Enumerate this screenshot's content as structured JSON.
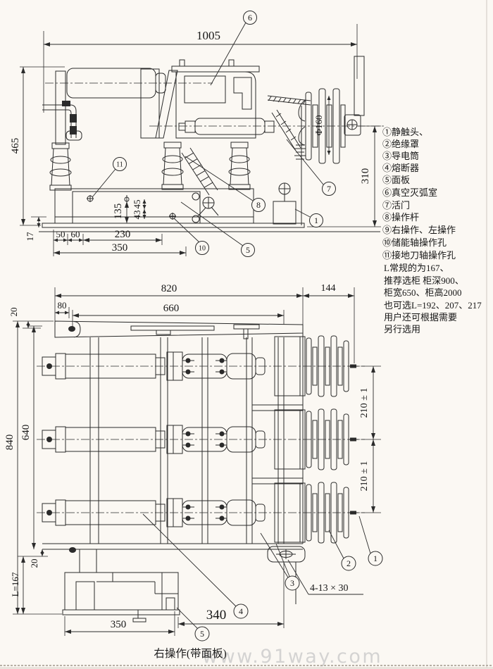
{
  "colors": {
    "ink": "#2b2b2b",
    "paper": "#fbf8f3",
    "watermark_gray": "#cbcbcb"
  },
  "top_drawing": {
    "dims": {
      "w1005": "1005",
      "h465": "465",
      "h310": "310",
      "t17": "17",
      "s50": "50",
      "s60": "60",
      "s230": "230",
      "s350": "350",
      "v135": "135",
      "v45": "45",
      "v43": "43",
      "phi160": "Φ160"
    },
    "balloons": {
      "b1": "1",
      "b5": "5",
      "b6": "6",
      "b7": "7",
      "b8": "8",
      "b10": "10",
      "b11": "11"
    }
  },
  "bottom_drawing": {
    "dims": {
      "w820": "820",
      "w144": "144",
      "w80": "80",
      "w660": "660",
      "t20": "20",
      "h840": "840",
      "h640": "640",
      "b20": "20",
      "l167": "L=167",
      "p210a": "210 ± 1",
      "p210b": "210 ± 1",
      "w350": "350",
      "w340": "340",
      "holes": "4-13 × 30"
    },
    "balloons": {
      "b1": "1",
      "b2": "2",
      "b3": "3",
      "b4": "4",
      "b5": "5"
    },
    "caption": "右操作(带面板)"
  },
  "legend": {
    "items": [
      "①静触头、",
      "②绝缘罩",
      "③导电筒",
      "④熔断器",
      "⑤面板",
      "⑥真空灭弧室",
      "⑦活门",
      "⑧操作杆",
      "⑨右操作、左操作",
      "⑩储能轴操作孔",
      "⑪接地刀轴操作孔"
    ],
    "notes": [
      "L常规的为167、",
      "推荐选柜 柜深900、",
      "柜宽650、柜高2000",
      "也可选L=192、207、217",
      "用户还可根据需要",
      "另行选用"
    ]
  },
  "watermark": "www.91way.com"
}
